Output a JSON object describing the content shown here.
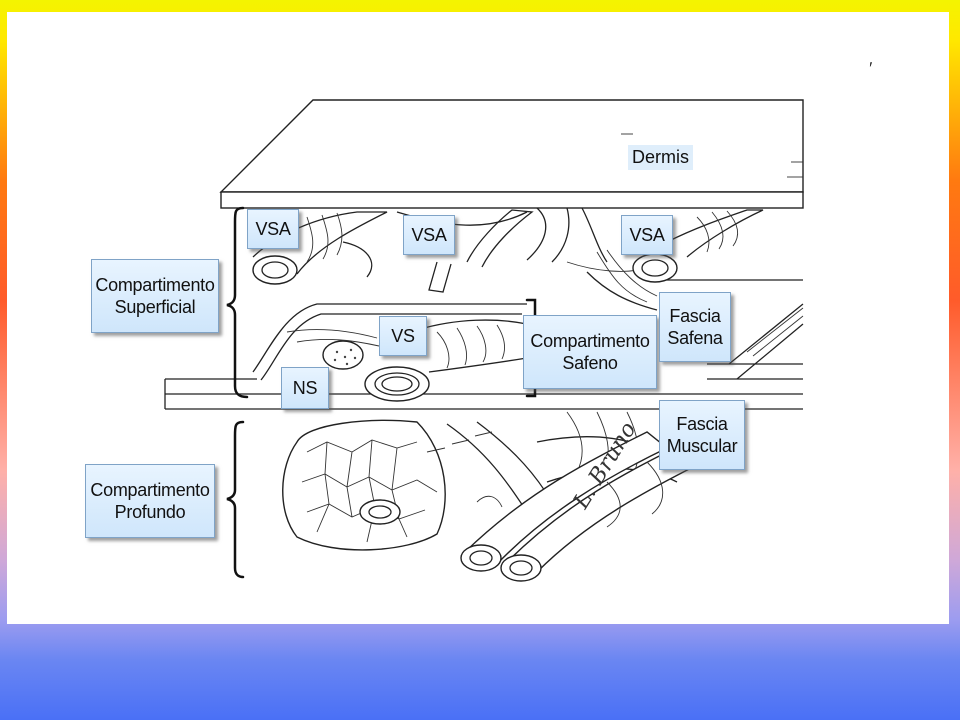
{
  "labels": {
    "dermis": "Dermis",
    "vsa_left": "VSA",
    "vsa_middle": "VSA",
    "vsa_right": "VSA",
    "compartimento_superficial": "Compartimento\nSuperficial",
    "vs": "VS",
    "ns": "NS",
    "compartimento_safeno": "Compartimento\nSafeno",
    "fascia_safena": "Fascia\nSafena",
    "fascia_muscular": "Fascia\nMuscular",
    "compartimento_profundo": "Compartimento\nProfundo"
  },
  "signature": "L. Bruno",
  "colors": {
    "label_fill": "#cfe6fb",
    "label_border": "#7fa3c7",
    "slide_top": "#f4f400",
    "slide_bottom": "#4a70f6"
  }
}
